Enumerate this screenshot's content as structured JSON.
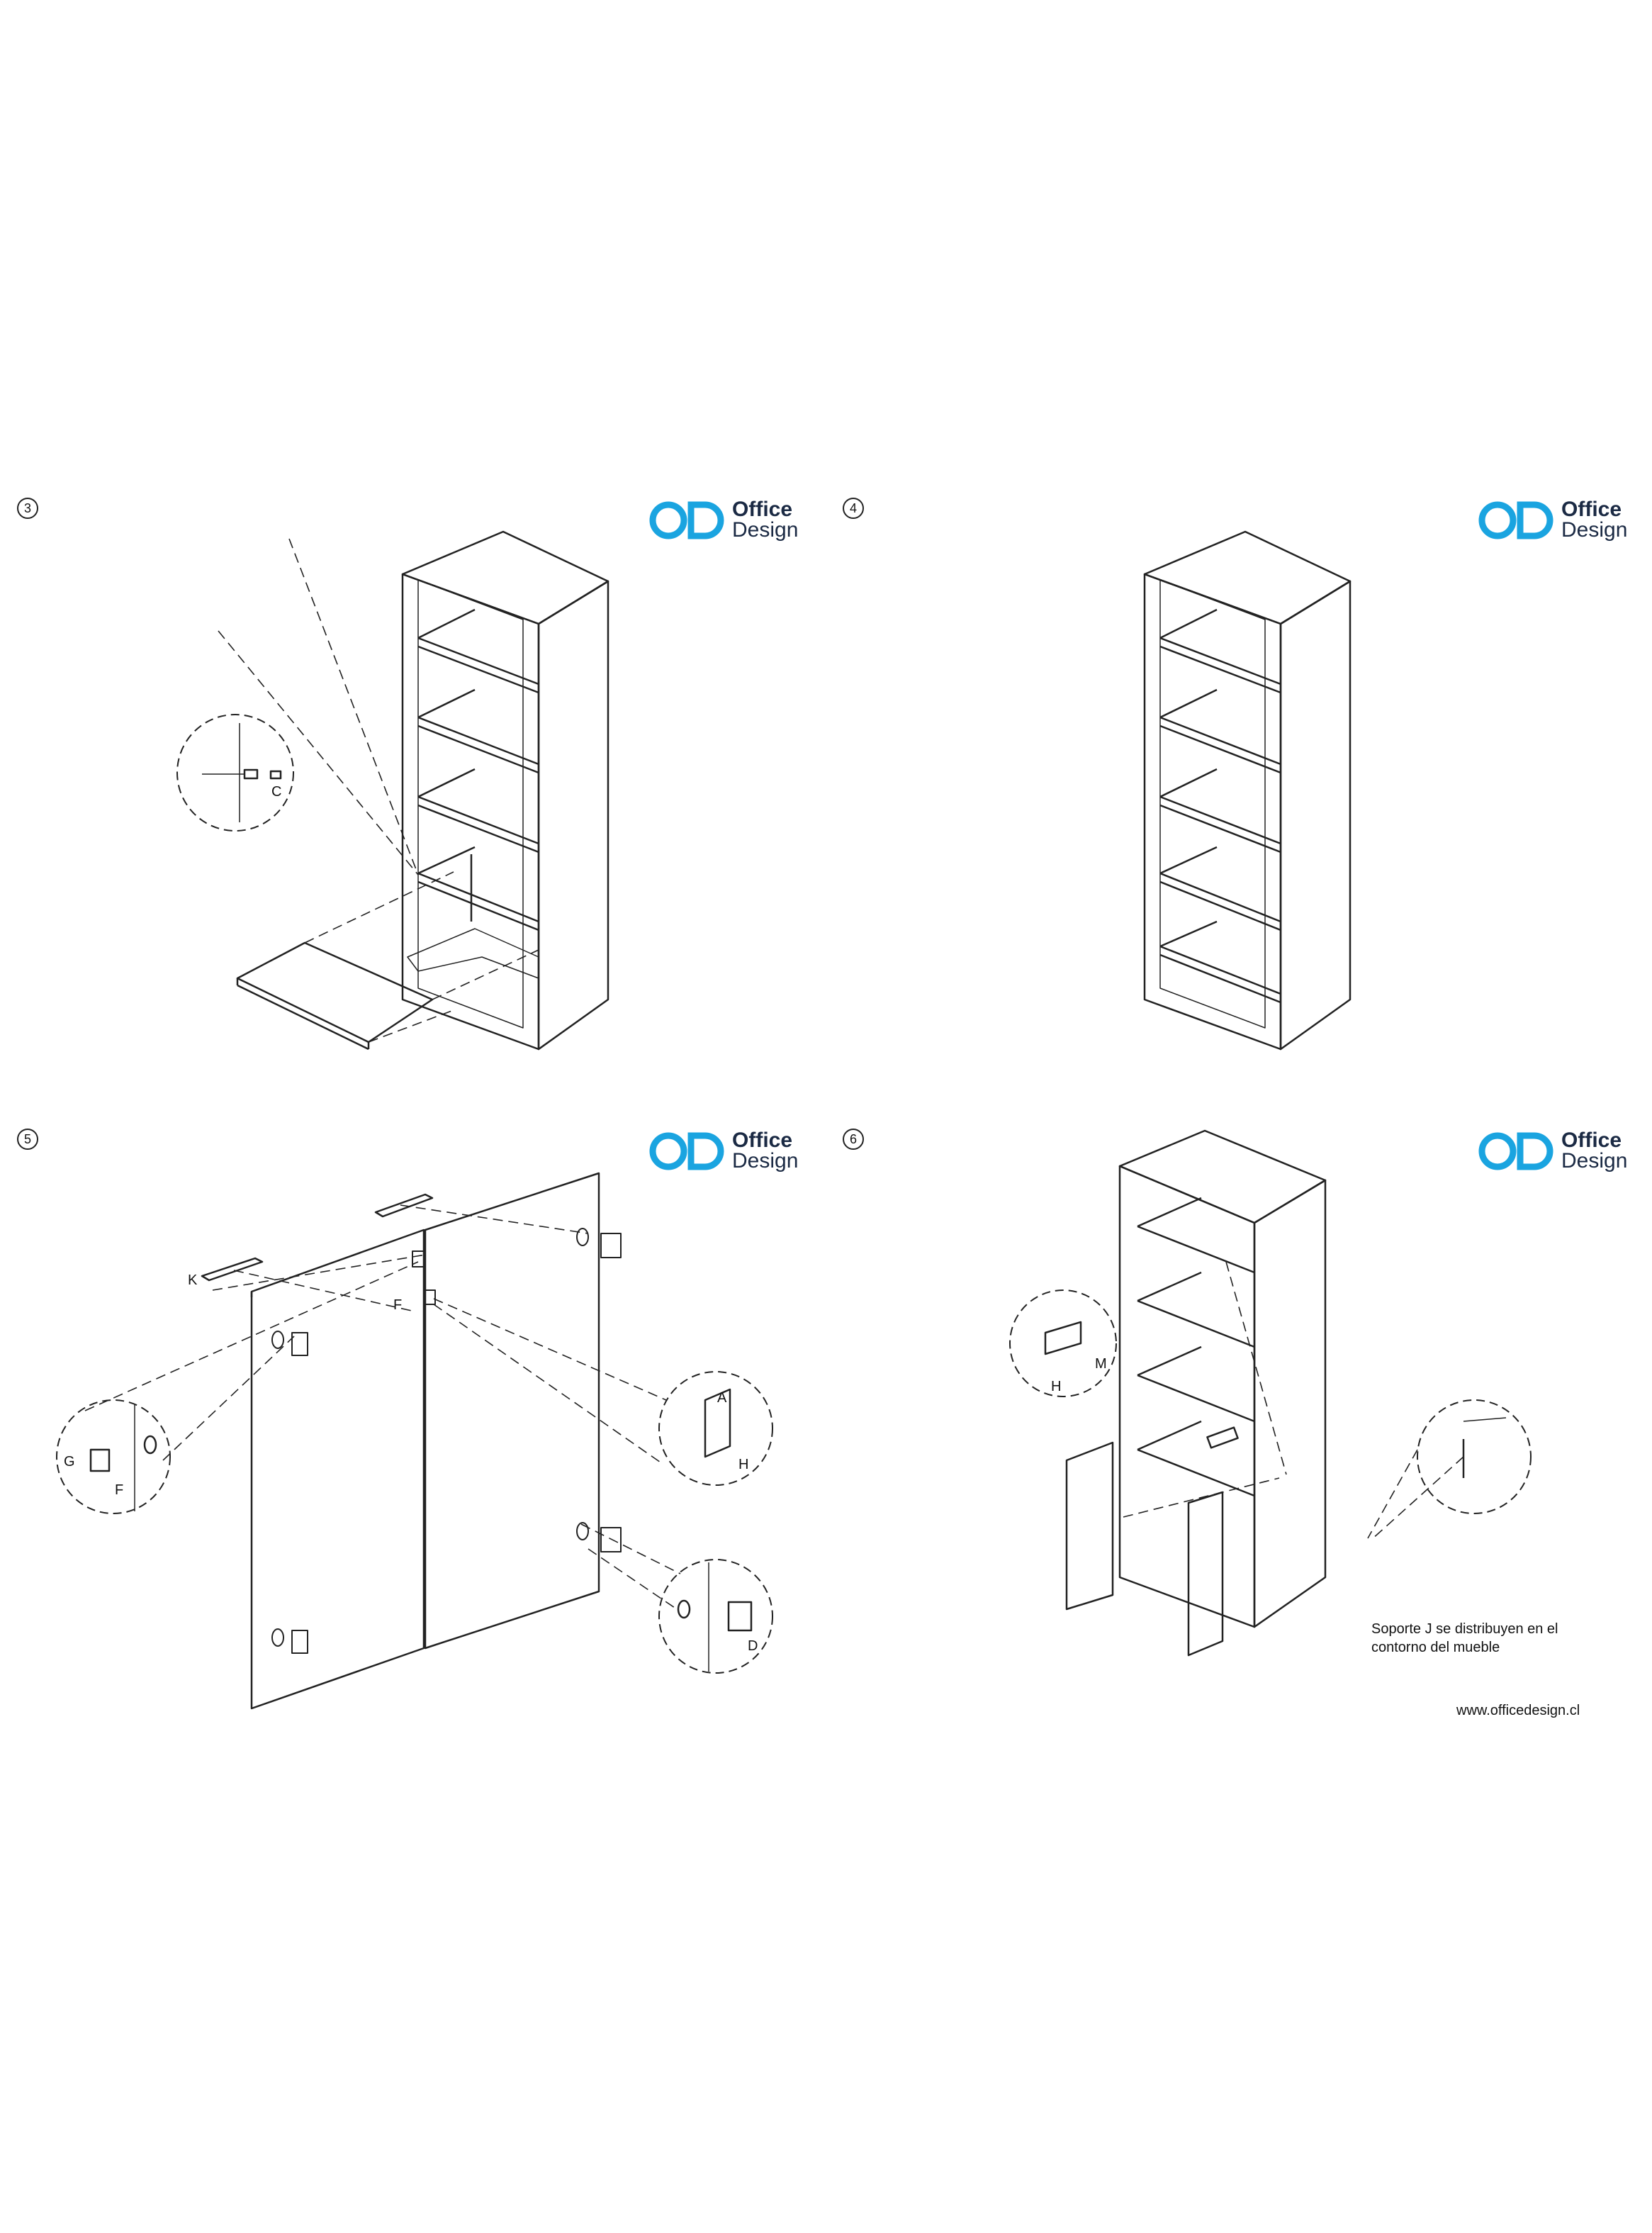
{
  "brand": {
    "line1": "Office",
    "line2": "Design",
    "accent_color": "#1aa4e0",
    "text_color": "#1b2a44"
  },
  "panels": [
    {
      "step": "3",
      "labels": [
        "C"
      ]
    },
    {
      "step": "4",
      "labels": []
    },
    {
      "step": "5",
      "labels": [
        "K",
        "F",
        "G",
        "F",
        "A",
        "H",
        "D"
      ]
    },
    {
      "step": "6",
      "labels": [
        "M",
        "H"
      ]
    }
  ],
  "note": {
    "line1": "Soporte J se distribuyen en el",
    "line2": "contorno del mueble"
  },
  "website": "www.officedesign.cl"
}
